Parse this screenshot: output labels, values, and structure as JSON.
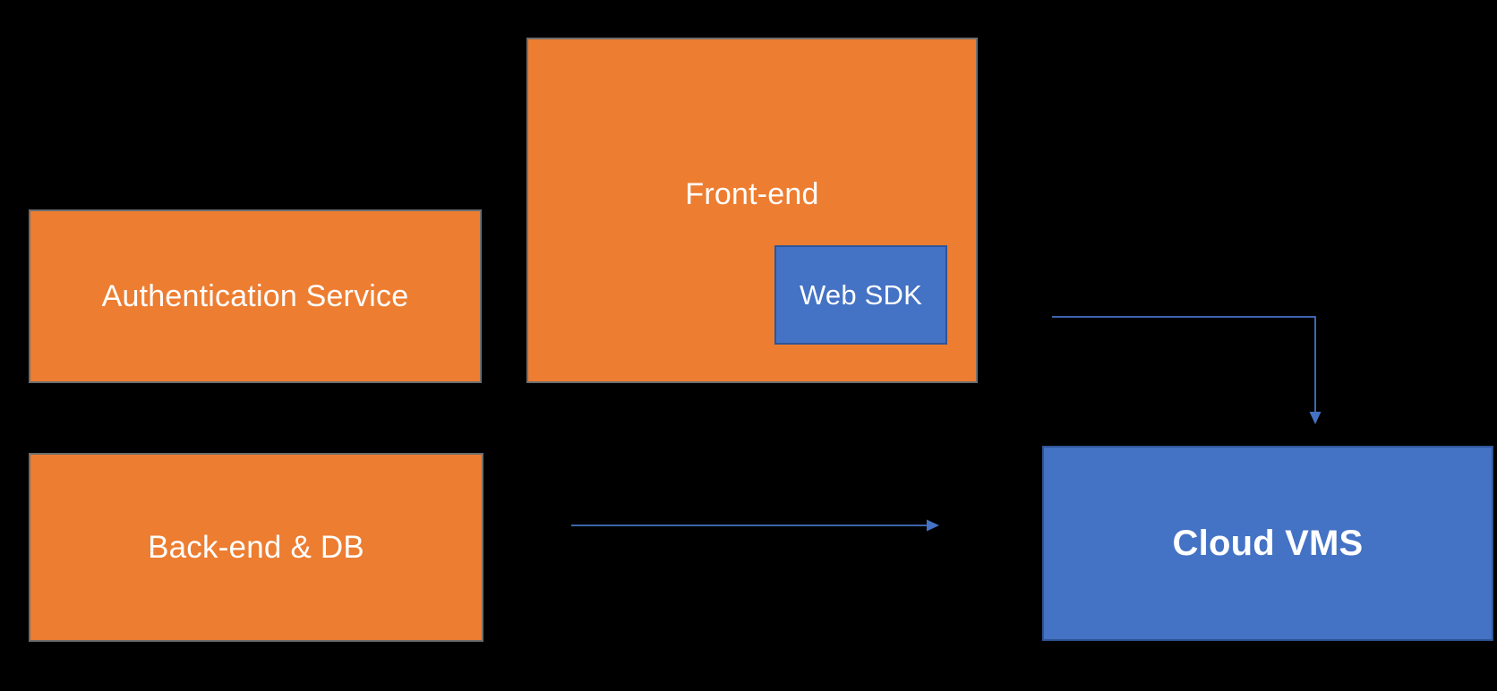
{
  "diagram": {
    "background_color": "#000000",
    "colors": {
      "orange_fill": "#ED7D31",
      "orange_border": "#6E6E6E",
      "blue_fill": "#4472C4",
      "blue_border": "#2F5597",
      "arrow": "#4472C4",
      "label_text": "#FFFFFF"
    },
    "nodes": {
      "auth": {
        "label": "Authentication Service",
        "color": "orange"
      },
      "frontend": {
        "label": "Front-end",
        "color": "orange"
      },
      "websdk": {
        "label": "Web SDK",
        "color": "blue",
        "contained_in": "frontend"
      },
      "backend": {
        "label": "Back-end & DB",
        "color": "orange"
      },
      "cloudvms": {
        "label": "Cloud VMS",
        "color": "blue",
        "bold": true
      }
    },
    "connections": [
      {
        "from": "backend",
        "to": "cloudvms",
        "shape": "straight",
        "direction": "right"
      },
      {
        "from": "frontend",
        "to": "cloudvms",
        "shape": "elbow",
        "direction": "right-then-down"
      }
    ]
  }
}
